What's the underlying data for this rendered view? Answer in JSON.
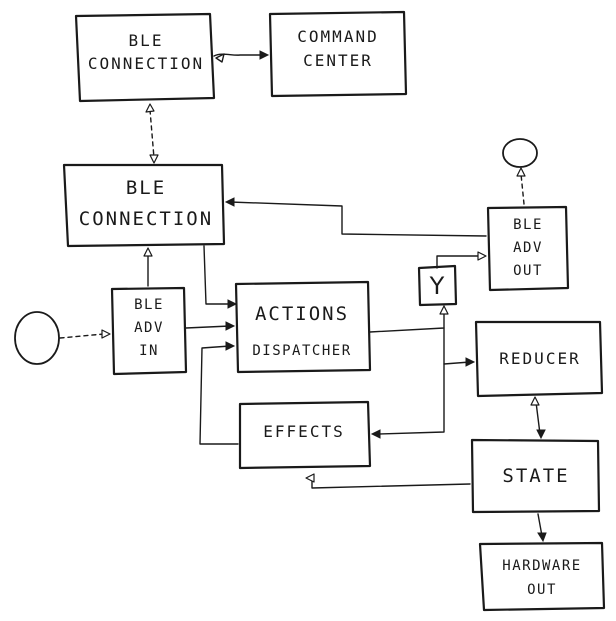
{
  "diagram": {
    "nodes": {
      "ble_connection_top": {
        "line1": "BLE",
        "line2": "CONNECTION"
      },
      "command_center": {
        "line1": "COMMAND",
        "line2": "CENTER"
      },
      "ble_connection_mid": {
        "line1": "BLE",
        "line2": "CONNECTION"
      },
      "ble_adv_out": {
        "line1": "BLE",
        "line2": "ADV",
        "line3": "OUT"
      },
      "ble_adv_in": {
        "line1": "BLE",
        "line2": "ADV",
        "line3": "IN"
      },
      "actions_dispatcher": {
        "line1": "ACTIONS",
        "line2": "DISPATCHER"
      },
      "merge_symbol": {
        "glyph": "Y"
      },
      "reducer": {
        "line1": "REDUCER"
      },
      "effects": {
        "line1": "EFFECTS"
      },
      "state": {
        "line1": "STATE"
      },
      "hardware_out": {
        "line1": "HARDWARE",
        "line2": "OUT"
      }
    }
  }
}
